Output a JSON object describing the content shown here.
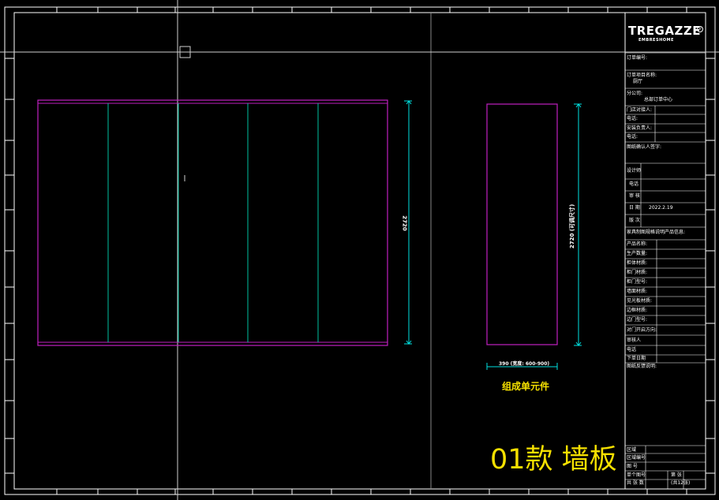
{
  "logo": {
    "brand": "TREGAZZE",
    "sub": "EMBRESHOME",
    "reg_mark": "®"
  },
  "title_block": {
    "order_no_label": "订单编号:",
    "project_name_label": "订单项目名称:",
    "project_name_value": "厨厅",
    "branch_label": "分公司:",
    "branch_value": "总部订单中心",
    "store_contact_label": "门店对接人:",
    "phone_label_1": "电话:",
    "install_lead_label": "安装负责人:",
    "phone_label_2": "电话:",
    "drawing_confirm_label": "图纸确认人签字:",
    "designer_label": "设计师",
    "designer_phone_label": "电话",
    "reviewer_label": "审 核",
    "date_label": "日 期",
    "date_value": "2022.2.19",
    "revision_label": "版 次",
    "product_info_label": "家具制图规格说明产品信息:",
    "product_name_label": "产品名称:",
    "production_qty_label": "生产数量:",
    "cabinet_material_label": "柜体材质:",
    "door_material_label": "柜门材质:",
    "door_model_label": "柜门型号:",
    "wallpanel_material_label": "墙面材质:",
    "finish_panel_label": "见光板材质:",
    "frame_material_label": "边框材质:",
    "door_type_label": "边门型号:",
    "opening_direction_label": "对门开启方向:",
    "orderer_label": "审核人",
    "orderer_phone_label": "电话",
    "order_date_label": "下单日期",
    "drawing_notes_label": "图纸反馈说明:",
    "area_label": "区域",
    "area_no_label": "区域编号",
    "drawing_no_label": "图 号",
    "single_sheet_label": "单个图号",
    "single_sheet_value": "第 张",
    "total_sheets_label": "共 张 数",
    "total_sheets_value": "(共12张)"
  },
  "drawing": {
    "height_dim_main": "2720",
    "height_dim_unit": "2720 (可调尺寸)",
    "width_dim_unit": "390 (宽度: 600-900)",
    "caption": "组成单元件",
    "sheet_title": "01款 墙板"
  },
  "colors": {
    "background": "#000000",
    "frame": "#ffffff",
    "panel_outline": "#c020c0",
    "panel_joint": "#00c0a0",
    "dimension": "#00e0e0",
    "caption": "#f5e000"
  }
}
